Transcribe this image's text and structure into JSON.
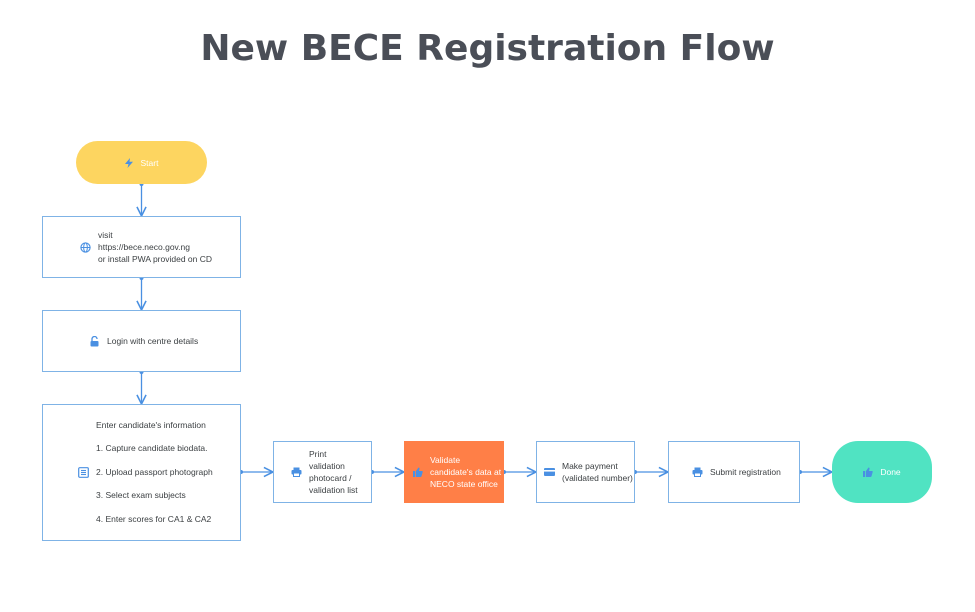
{
  "title": "New BECE Registration Flow",
  "nodes": {
    "start": {
      "label": "Start",
      "color": "#fdd560",
      "icon": "lightning-icon"
    },
    "visit": {
      "lines": [
        "visit",
        "https://bece.neco.gov.ng",
        "or install PWA provided on CD"
      ],
      "icon": "globe-icon"
    },
    "login": {
      "label": "Login with centre details",
      "icon": "padlock-icon"
    },
    "enter": {
      "heading": "Enter candidate's information",
      "steps": [
        "1. Capture candidate biodata.",
        "2. Upload passport photograph",
        "3. Select exam subjects",
        "4. Enter scores for CA1 & CA2"
      ],
      "icon": "document-icon"
    },
    "print": {
      "lines": [
        "Print",
        "validation",
        "photocard /",
        "validation list"
      ],
      "icon": "printer-icon"
    },
    "validate": {
      "lines": [
        "Validate",
        "candidate's data at",
        "NECO state office"
      ],
      "color": "#ff7f47",
      "icon": "thumbs-up-icon"
    },
    "payment": {
      "lines": [
        "Make payment",
        "(validated number)"
      ],
      "icon": "credit-card-icon"
    },
    "submit": {
      "label": "Submit registration",
      "icon": "printer-icon"
    },
    "done": {
      "label": "Done",
      "color": "#50e3c2",
      "icon": "thumbs-up-icon"
    }
  },
  "colors": {
    "connector": "#4a90e2",
    "border": "#7fb3e6",
    "icon": "#4a90e2"
  }
}
